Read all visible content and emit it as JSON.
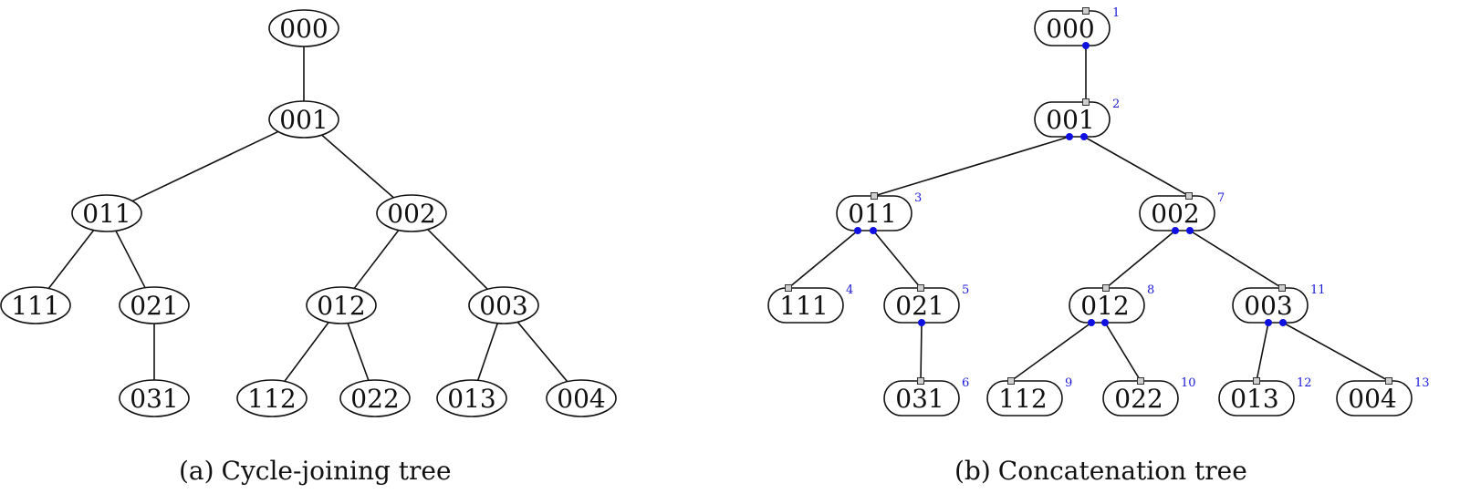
{
  "tree_a": {
    "caption_label": "(a)",
    "caption_title": "Cycle-joining tree",
    "nodes": [
      "000",
      "001",
      "011",
      "002",
      "111",
      "021",
      "012",
      "003",
      "031",
      "112",
      "022",
      "013",
      "004"
    ]
  },
  "tree_b": {
    "caption_label": "(b)",
    "caption_title": "Concatenation tree",
    "nodes": [
      {
        "label": "000",
        "order": "1"
      },
      {
        "label": "001",
        "order": "2"
      },
      {
        "label": "011",
        "order": "3"
      },
      {
        "label": "111",
        "order": "4"
      },
      {
        "label": "021",
        "order": "5"
      },
      {
        "label": "031",
        "order": "6"
      },
      {
        "label": "002",
        "order": "7"
      },
      {
        "label": "012",
        "order": "8"
      },
      {
        "label": "112",
        "order": "9"
      },
      {
        "label": "022",
        "order": "10"
      },
      {
        "label": "003",
        "order": "11"
      },
      {
        "label": "013",
        "order": "12"
      },
      {
        "label": "004",
        "order": "13"
      }
    ]
  },
  "colors": {
    "edge": "#111111",
    "order_label": "#1a1ad6",
    "dot": "#1010e0",
    "square": "#888888"
  }
}
